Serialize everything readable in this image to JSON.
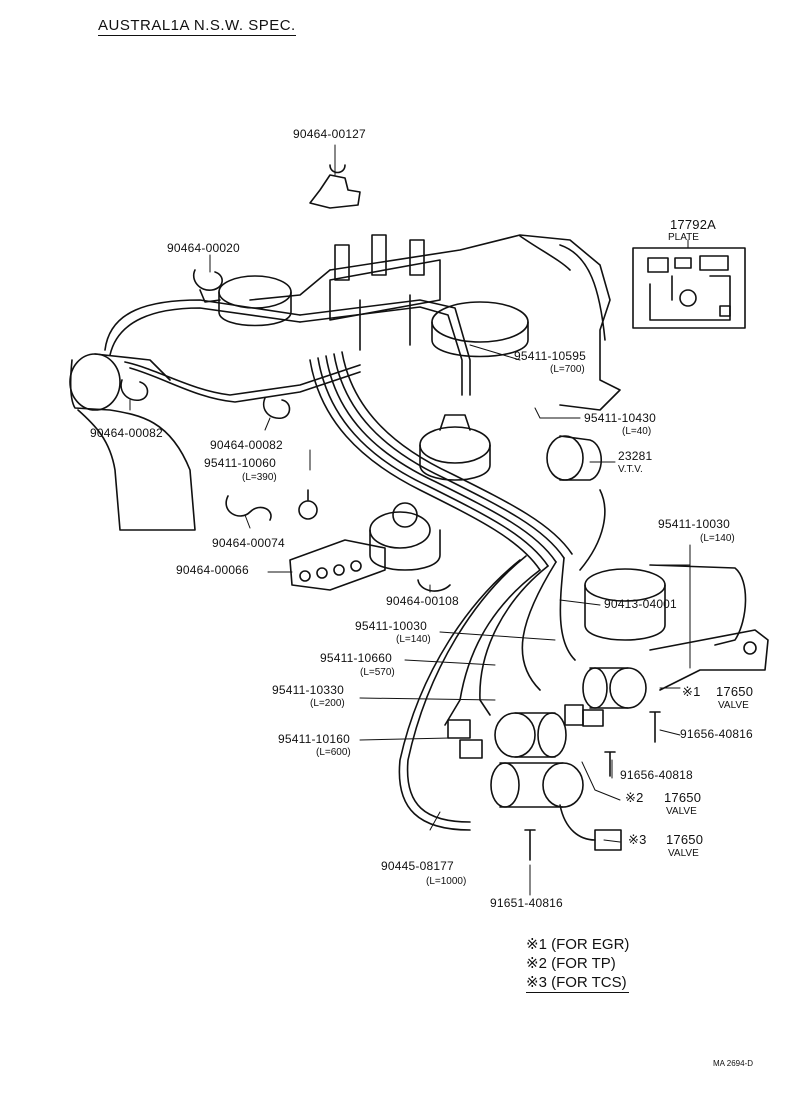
{
  "header": {
    "title": "AUSTRAL1A N.S.W. SPEC."
  },
  "parts": {
    "p1": {
      "number": "90464-00127"
    },
    "p2": {
      "number": "90464-00020"
    },
    "p3": {
      "number": "95411-10595",
      "length": "(L=700)"
    },
    "p4": {
      "number": "90464-00082"
    },
    "p5": {
      "number": "90464-00082"
    },
    "p6": {
      "number": "95411-10060",
      "length": "(L=390)"
    },
    "p7": {
      "number": "95411-10430",
      "length": "(L=40)"
    },
    "p8": {
      "number": "23281",
      "name": "V.T.V."
    },
    "p9": {
      "number": "90464-00074"
    },
    "p10": {
      "number": "90464-00066"
    },
    "p11": {
      "number": "95411-10030",
      "length": "(L=140)"
    },
    "p12": {
      "number": "90464-00108"
    },
    "p13": {
      "number": "90413-04001"
    },
    "p14": {
      "number": "95411-10030",
      "length": "(L=140)"
    },
    "p15": {
      "number": "95411-10660",
      "length": "(L=570)"
    },
    "p16": {
      "number": "95411-10330",
      "length": "(L=200)"
    },
    "p17": {
      "number": "95411-10160",
      "length": "(L=600)"
    },
    "p18": {
      "number": "91656-40816"
    },
    "p19": {
      "number": "91656-40818"
    },
    "p20": {
      "number": "90445-08177",
      "length": "(L=1000)"
    },
    "p21": {
      "number": "91651-40816"
    },
    "plate": {
      "number": "17792A",
      "name": "PLATE"
    },
    "valve1": {
      "ref": "※1",
      "number": "17650",
      "name": "VALVE"
    },
    "valve2": {
      "ref": "※2",
      "number": "17650",
      "name": "VALVE"
    },
    "valve3": {
      "ref": "※3",
      "number": "17650",
      "name": "VALVE"
    }
  },
  "legend": {
    "items": [
      "※1  (FOR EGR)",
      "※2  (FOR TP)",
      "※3  (FOR TCS)"
    ]
  },
  "footer": {
    "code": "MA 2694-D"
  }
}
